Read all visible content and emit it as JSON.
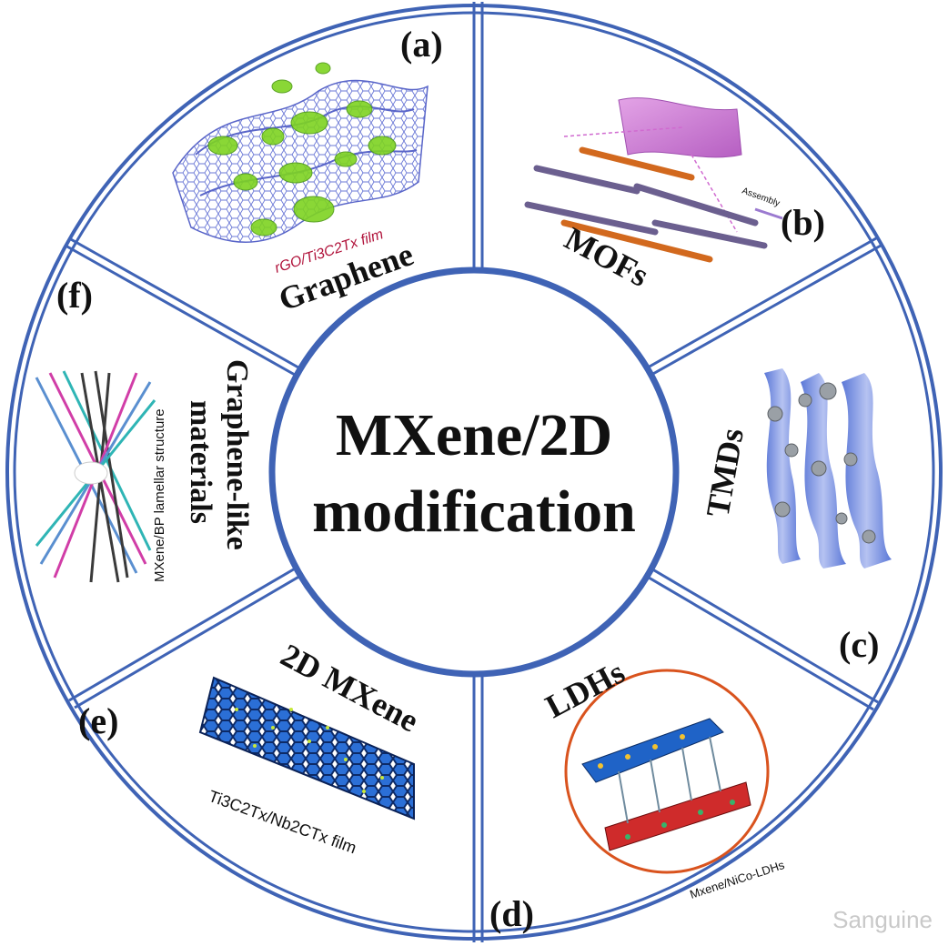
{
  "center": {
    "line1": "MXene/2D",
    "line2": "modification"
  },
  "panels": [
    {
      "id": "a",
      "tag": "(a)",
      "title": "Graphene",
      "caption": "rGO/Ti3C2Tx film"
    },
    {
      "id": "b",
      "tag": "(b)",
      "title": "MOFs",
      "caption": "Assembly"
    },
    {
      "id": "c",
      "tag": "(c)",
      "title": "TMDs"
    },
    {
      "id": "d",
      "tag": "(d)",
      "title": "LDHs",
      "caption": "Mxene/NiCo-LDHs"
    },
    {
      "id": "e",
      "tag": "(e)",
      "title": "2D MXene",
      "caption": "Ti3C2Tx/Nb2CTx film"
    },
    {
      "id": "f",
      "tag": "(f)",
      "title_line1": "Graphene-like",
      "title_line2": "materials",
      "caption": "MXene/BP lamellar structure"
    }
  ],
  "watermark": "Sanguine",
  "colors": {
    "ring": "#3f63b5",
    "accent_red": "#b0123a",
    "ldh_circle": "#d9531e"
  }
}
